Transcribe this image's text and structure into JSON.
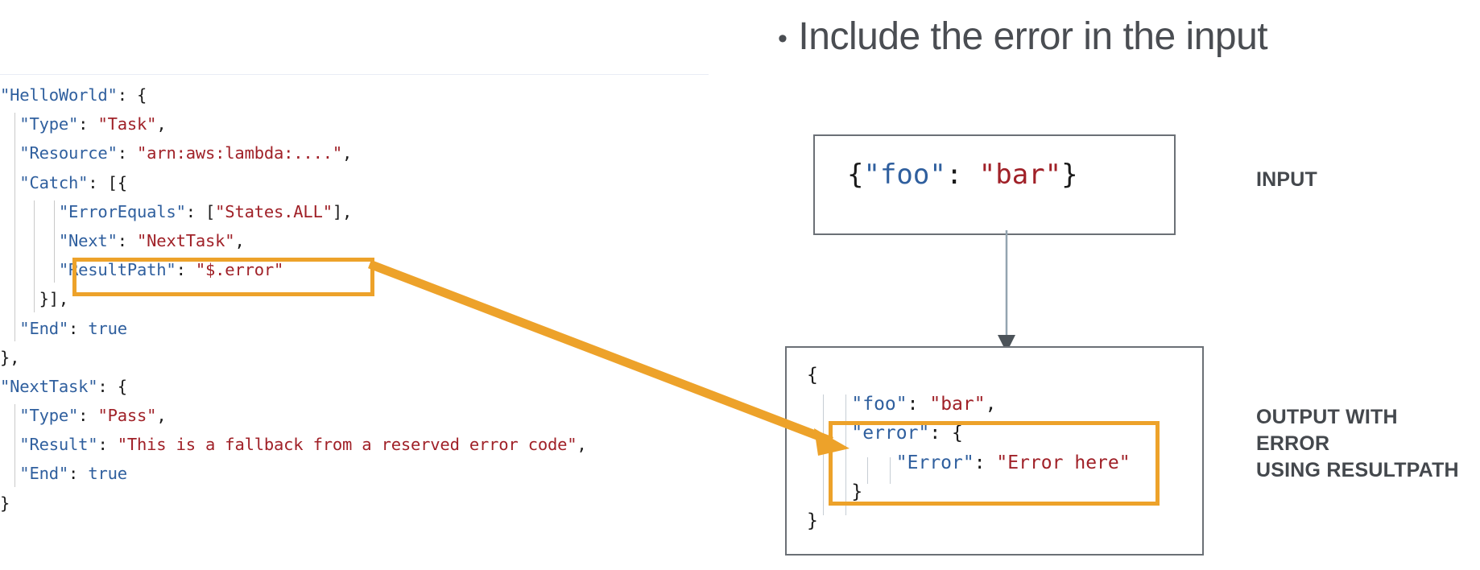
{
  "heading": {
    "bullet": "•",
    "text": "Include the error in the input"
  },
  "code_panel": {
    "language": "json",
    "lines": [
      {
        "indent": 0,
        "tokens": [
          {
            "t": "\"HelloWorld\"",
            "c": "k"
          },
          {
            "t": ": {",
            "c": "p"
          }
        ]
      },
      {
        "indent": 1,
        "tokens": [
          {
            "t": "\"Type\"",
            "c": "k"
          },
          {
            "t": ": ",
            "c": "p"
          },
          {
            "t": "\"Task\"",
            "c": "s"
          },
          {
            "t": ",",
            "c": "p"
          }
        ]
      },
      {
        "indent": 1,
        "tokens": [
          {
            "t": "\"Resource\"",
            "c": "k"
          },
          {
            "t": ": ",
            "c": "p"
          },
          {
            "t": "\"arn:aws:lambda:....\"",
            "c": "s"
          },
          {
            "t": ",",
            "c": "p"
          }
        ]
      },
      {
        "indent": 1,
        "tokens": [
          {
            "t": "\"Catch\"",
            "c": "k"
          },
          {
            "t": ": [{",
            "c": "p"
          }
        ]
      },
      {
        "indent": 3,
        "tokens": [
          {
            "t": "\"ErrorEquals\"",
            "c": "k"
          },
          {
            "t": ": [",
            "c": "p"
          },
          {
            "t": "\"States.ALL\"",
            "c": "s"
          },
          {
            "t": "],",
            "c": "p"
          }
        ]
      },
      {
        "indent": 3,
        "tokens": [
          {
            "t": "\"Next\"",
            "c": "k"
          },
          {
            "t": ": ",
            "c": "p"
          },
          {
            "t": "\"NextTask\"",
            "c": "s"
          },
          {
            "t": ",",
            "c": "p"
          }
        ]
      },
      {
        "indent": 3,
        "tokens": [
          {
            "t": "\"ResultPath\"",
            "c": "k"
          },
          {
            "t": ": ",
            "c": "p"
          },
          {
            "t": "\"$.error\"",
            "c": "s"
          }
        ]
      },
      {
        "indent": 2,
        "tokens": [
          {
            "t": "}],",
            "c": "p"
          }
        ]
      },
      {
        "indent": 1,
        "tokens": [
          {
            "t": "\"End\"",
            "c": "k"
          },
          {
            "t": ": ",
            "c": "p"
          },
          {
            "t": "true",
            "c": "b"
          }
        ]
      },
      {
        "indent": 0,
        "tokens": [
          {
            "t": "},",
            "c": "p"
          }
        ]
      },
      {
        "indent": 0,
        "tokens": [
          {
            "t": "\"NextTask\"",
            "c": "k"
          },
          {
            "t": ": {",
            "c": "p"
          }
        ]
      },
      {
        "indent": 1,
        "tokens": [
          {
            "t": "\"Type\"",
            "c": "k"
          },
          {
            "t": ": ",
            "c": "p"
          },
          {
            "t": "\"Pass\"",
            "c": "s"
          },
          {
            "t": ",",
            "c": "p"
          }
        ]
      },
      {
        "indent": 1,
        "tokens": [
          {
            "t": "\"Result\"",
            "c": "k"
          },
          {
            "t": ": ",
            "c": "p"
          },
          {
            "t": "\"This is a fallback from a reserved error code\"",
            "c": "s"
          },
          {
            "t": ",",
            "c": "p"
          }
        ]
      },
      {
        "indent": 1,
        "tokens": [
          {
            "t": "\"End\"",
            "c": "k"
          },
          {
            "t": ": ",
            "c": "p"
          },
          {
            "t": "true",
            "c": "b"
          }
        ]
      },
      {
        "indent": 0,
        "tokens": [
          {
            "t": "}",
            "c": "p"
          }
        ]
      }
    ],
    "highlighted_line_text": "\"ResultPath\": \"$.error\""
  },
  "input_box": {
    "label": "INPUT",
    "code_tokens": [
      {
        "t": "{",
        "c": "p"
      },
      {
        "t": "\"foo\"",
        "c": "k"
      },
      {
        "t": ": ",
        "c": "p"
      },
      {
        "t": "\"bar\"",
        "c": "s"
      },
      {
        "t": "}",
        "c": "p"
      }
    ],
    "code_text": "{\"foo\": \"bar\"}"
  },
  "output_box": {
    "label": "OUTPUT WITH\nERROR\nUSING RESULTPATH",
    "lines": [
      {
        "indent": 0,
        "tokens": [
          {
            "t": "{",
            "c": "p"
          }
        ]
      },
      {
        "indent": 2,
        "tokens": [
          {
            "t": "\"foo\"",
            "c": "k"
          },
          {
            "t": ": ",
            "c": "p"
          },
          {
            "t": "\"bar\"",
            "c": "s"
          },
          {
            "t": ",",
            "c": "p"
          }
        ]
      },
      {
        "indent": 2,
        "tokens": [
          {
            "t": "\"error\"",
            "c": "k"
          },
          {
            "t": ": {",
            "c": "p"
          }
        ]
      },
      {
        "indent": 4,
        "tokens": [
          {
            "t": "\"Error\"",
            "c": "k"
          },
          {
            "t": ": ",
            "c": "p"
          },
          {
            "t": "\"Error here\"",
            "c": "s"
          }
        ]
      },
      {
        "indent": 2,
        "tokens": [
          {
            "t": "}",
            "c": "p"
          }
        ]
      },
      {
        "indent": 0,
        "tokens": [
          {
            "t": "}",
            "c": "p"
          }
        ]
      }
    ],
    "highlighted_block_text": "\"error\": { \"Error\": \"Error here\" }"
  },
  "colors": {
    "highlight_orange": "#eda22a",
    "json_key_blue": "#2f5f9e",
    "json_string_red": "#a02128",
    "box_border_gray": "#6b7076",
    "heading_gray": "#4a4d52",
    "label_gray": "#44484d",
    "connector_gray": "#8a9aa6"
  }
}
